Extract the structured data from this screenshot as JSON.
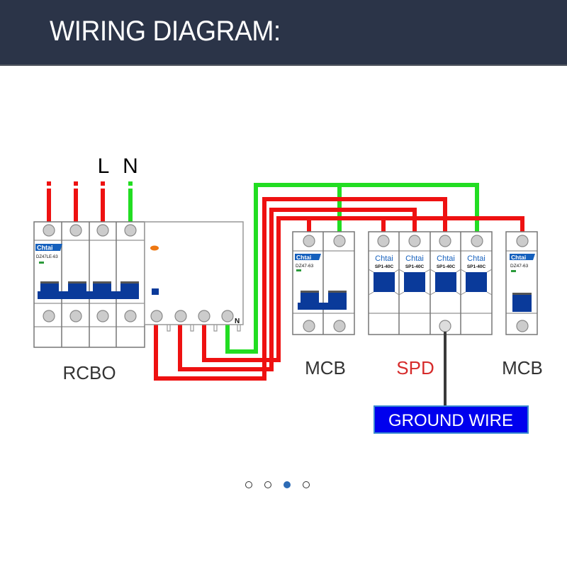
{
  "header": {
    "title": "WIRING DIAGRAM:"
  },
  "colors": {
    "header_bg": "#2b3448",
    "live_wire": "#ee1111",
    "neutral_wire": "#22dd22",
    "ground_wire": "#3a3a3a",
    "handle_blue": "#0a3a9a",
    "brand_blue": "#1560bd",
    "spd_label": "#d62b2b",
    "ground_box": "#0000ee",
    "active_dot": "#2d6bb5"
  },
  "supply": {
    "live_label": "L",
    "neutral_label": "N"
  },
  "rcbo": {
    "label": "RCBO",
    "brand": "Chtai",
    "model": "DZ47LE-63",
    "neutral_terminal_label": "N"
  },
  "mcb_2p": {
    "label": "MCB",
    "brand": "Chtai",
    "model": "DZ47-63"
  },
  "spd": {
    "label": "SPD",
    "modules": [
      {
        "brand": "Chtai",
        "model": "SP1-40C"
      },
      {
        "brand": "Chtai",
        "model": "SP1-40C"
      },
      {
        "brand": "Chtai",
        "model": "SP1-40C"
      },
      {
        "brand": "Chtai",
        "model": "SP1-40C"
      }
    ]
  },
  "mcb_1p": {
    "label": "MCB",
    "brand": "Chtai",
    "model": "DZ47-63"
  },
  "ground": {
    "label": "GROUND WIRE"
  },
  "carousel": {
    "total": 4,
    "active_index": 2
  }
}
